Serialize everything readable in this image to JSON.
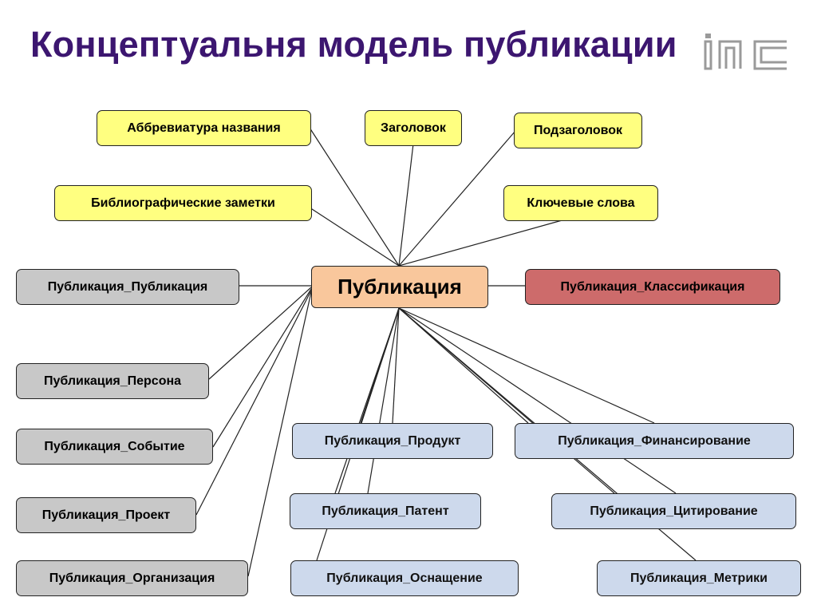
{
  "title": "Концептуальня модель публикации",
  "center": "Публикация",
  "attributes": {
    "abbrev": "Аббревиатура названия",
    "heading": "Заголовок",
    "subheading": "Подзаголовок",
    "biblio": "Библиографические заметки",
    "keywords": "Ключевые слова"
  },
  "relations": {
    "pub": "Публикация_Публикация",
    "classif": "Публикация_Классификация",
    "person": "Публикация_Персона",
    "event": "Публикация_Событие",
    "project": "Публикация_Проект",
    "org": "Публикация_Организация",
    "product": "Публикация_Продукт",
    "patent": "Публикация_Патент",
    "equip": "Публикация_Оснащение",
    "funding": "Публикация_Финансирование",
    "citation": "Публикация_Цитирование",
    "metrics": "Публикация_Метрики"
  },
  "colors": {
    "title": "#3c1670",
    "attribute": "#ffff80",
    "relation_gray": "#c8c8c8",
    "relation_blue": "#cdd9ec",
    "relation_red": "#cd6b6b",
    "center": "#f9c79c"
  },
  "logo": {
    "icon": "inc-logo"
  }
}
